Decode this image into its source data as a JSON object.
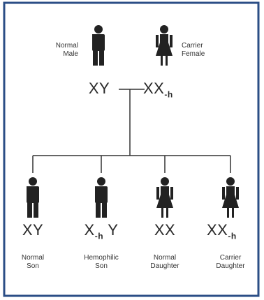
{
  "parents": [
    {
      "label_lines": [
        "Normal",
        "Male"
      ],
      "genotype": "XY",
      "sex": "male"
    },
    {
      "label_lines": [
        "Carrier",
        "Female"
      ],
      "genotype": "XX",
      "genotype_suffix": "-h",
      "sex": "female"
    }
  ],
  "children": [
    {
      "label_lines": [
        "Normal",
        "Son"
      ],
      "genotype": "XY",
      "sex": "male"
    },
    {
      "genotype_part1": "X",
      "genotype_suffix": "-h",
      "genotype_part2": " Y",
      "label_lines": [
        "Hemophilic",
        "Son"
      ],
      "sex": "male"
    },
    {
      "label_lines": [
        "Normal",
        "Daughter"
      ],
      "genotype": "XX",
      "sex": "female"
    },
    {
      "label_lines": [
        "Carrier",
        "Daughter"
      ],
      "genotype": "XX",
      "genotype_suffix": "-h",
      "sex": "female"
    }
  ],
  "colors": {
    "border": "#2b4e86",
    "figure": "#222222",
    "line": "#333333",
    "text": "#333333"
  }
}
